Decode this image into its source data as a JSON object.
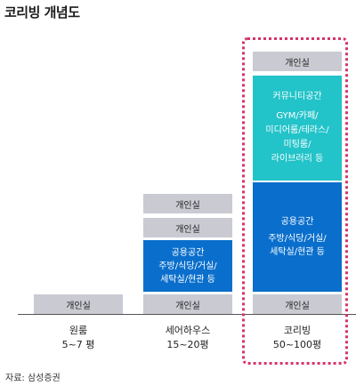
{
  "title": "코리빙 개념도",
  "columns": {
    "oneroom": {
      "private": "개인실",
      "name": "원룸",
      "size": "5~7 평"
    },
    "sharehouse": {
      "private_top": "개인실",
      "private_mid": "개인실",
      "shared_lines": [
        "공용공간",
        "주방/식당/거실/",
        "세탁실/현관 등"
      ],
      "private_bottom": "개인실",
      "name": "세어하우스",
      "size": "15~20평"
    },
    "coliving": {
      "private_top": "개인실",
      "community_lines": [
        "커뮤니티공간",
        "GYM/카페/",
        "미디어룸/테라스/",
        "미팅룸/",
        "라이브러리 등"
      ],
      "shared_lines": [
        "공용공간",
        "주방/식당/거실/",
        "세탁실/현관 등"
      ],
      "private_bottom": "개인실",
      "name": "코리빙",
      "size": "50~100평"
    }
  },
  "colors": {
    "private": "#c9cad2",
    "shared": "#0a6fcc",
    "community": "#22c3c9",
    "highlight_border": "#d6336c"
  },
  "source": "자료: 삼성증권"
}
